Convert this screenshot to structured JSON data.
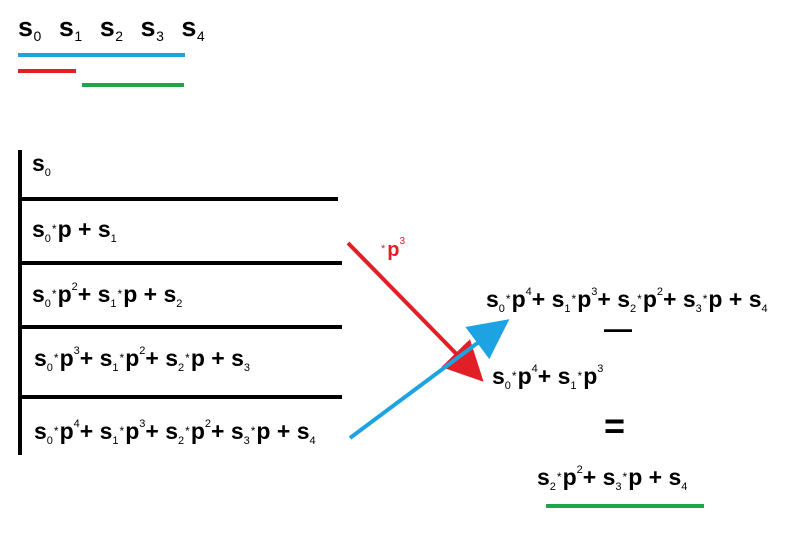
{
  "sequence": [
    {
      "letter": "s",
      "index": "0"
    },
    {
      "letter": "s",
      "index": "1"
    },
    {
      "letter": "s",
      "index": "2"
    },
    {
      "letter": "s",
      "index": "3"
    },
    {
      "letter": "s",
      "index": "4"
    }
  ],
  "colors": {
    "blue": "#1ea3e2",
    "red": "#e21f26",
    "green": "#1aa64a",
    "black": "#000000"
  },
  "table": {
    "rows": [
      [
        [
          "s",
          "0"
        ]
      ],
      [
        [
          "s",
          "0"
        ],
        [
          "*"
        ],
        [
          "p"
        ],
        [
          " + "
        ],
        [
          "s",
          "1"
        ]
      ],
      [
        [
          "s",
          "0"
        ],
        [
          "*"
        ],
        [
          "p",
          "",
          "2"
        ],
        [
          "+ "
        ],
        [
          "s",
          "1"
        ],
        [
          "*"
        ],
        [
          "p"
        ],
        [
          " + "
        ],
        [
          "s",
          "2"
        ]
      ],
      [
        [
          "s",
          "0"
        ],
        [
          "*"
        ],
        [
          "p",
          "",
          "3"
        ],
        [
          "+ "
        ],
        [
          "s",
          "1"
        ],
        [
          "*"
        ],
        [
          "p",
          "",
          "2"
        ],
        [
          "+ "
        ],
        [
          "s",
          "2"
        ],
        [
          "*"
        ],
        [
          "p"
        ],
        [
          " + "
        ],
        [
          "s",
          "3"
        ]
      ],
      [
        [
          "s",
          "0"
        ],
        [
          "*"
        ],
        [
          "p",
          "",
          "4"
        ],
        [
          "+ "
        ],
        [
          "s",
          "1"
        ],
        [
          "*"
        ],
        [
          "p",
          "",
          "3"
        ],
        [
          "+ "
        ],
        [
          "s",
          "2"
        ],
        [
          "*"
        ],
        [
          "p",
          "",
          "2"
        ],
        [
          "+ "
        ],
        [
          "s",
          "3"
        ],
        [
          "*"
        ],
        [
          "p"
        ],
        [
          " + "
        ],
        [
          "s",
          "4"
        ]
      ]
    ]
  },
  "multiplier": [
    [
      "*"
    ],
    [
      "p",
      "",
      "3"
    ]
  ],
  "right": {
    "minuend": [
      [
        "s",
        "0"
      ],
      [
        "*"
      ],
      [
        "p",
        "",
        "4"
      ],
      [
        "+ "
      ],
      [
        "s",
        "1"
      ],
      [
        "*"
      ],
      [
        "p",
        "",
        "3"
      ],
      [
        "+ "
      ],
      [
        "s",
        "2"
      ],
      [
        "*"
      ],
      [
        "p",
        "",
        "2"
      ],
      [
        "+ "
      ],
      [
        "s",
        "3"
      ],
      [
        "*"
      ],
      [
        "p"
      ],
      [
        " + "
      ],
      [
        "s",
        "4"
      ]
    ],
    "minus_sign": "—",
    "subtrahend": [
      [
        "s",
        "0"
      ],
      [
        "*"
      ],
      [
        "p",
        "",
        "4"
      ],
      [
        "+ "
      ],
      [
        "s",
        "1"
      ],
      [
        "*"
      ],
      [
        "p",
        "",
        "3"
      ]
    ],
    "equals_sign": "=",
    "result": [
      [
        "s",
        "2"
      ],
      [
        "*"
      ],
      [
        "p",
        "",
        "2"
      ],
      [
        "+ "
      ],
      [
        "s",
        "3"
      ],
      [
        "*"
      ],
      [
        "p"
      ],
      [
        " + "
      ],
      [
        "s",
        "4"
      ]
    ]
  }
}
